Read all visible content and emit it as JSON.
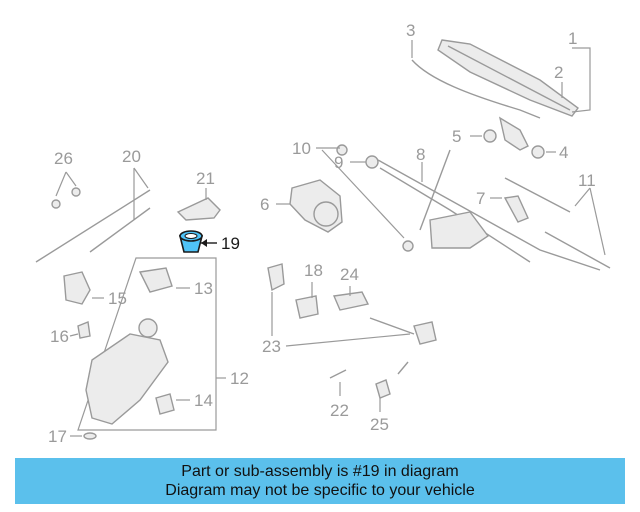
{
  "diagram": {
    "highlighted_part": "19",
    "callouts": [
      "1",
      "2",
      "3",
      "4",
      "5",
      "6",
      "7",
      "8",
      "9",
      "10",
      "11",
      "12",
      "13",
      "14",
      "15",
      "16",
      "17",
      "18",
      "19",
      "20",
      "21",
      "22",
      "23",
      "24",
      "25",
      "26"
    ],
    "colors": {
      "highlight": "#4fc3f7",
      "line": "#9a9a9a",
      "banner": "#5bc0ec"
    }
  },
  "footer": {
    "line1": "Part or sub-assembly is #19 in diagram",
    "line2": "Diagram may not be specific to your vehicle"
  }
}
